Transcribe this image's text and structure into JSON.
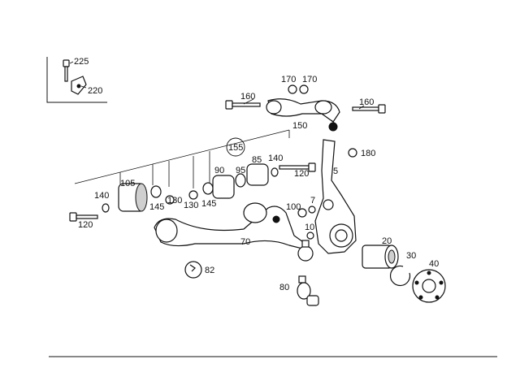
{
  "callouts": {
    "p225": "225",
    "p220": "220",
    "p170a": "170",
    "p170b": "170",
    "p160a": "160",
    "p160b": "160",
    "p150": "150",
    "p155": "155",
    "p180": "180",
    "p85": "85",
    "p140a": "140",
    "p120a": "120",
    "p90": "90",
    "p95": "95",
    "p5": "5",
    "p105": "105",
    "p140b": "140",
    "p145a": "145",
    "p130a": "130",
    "p130b": "130",
    "p145b": "145",
    "p120b": "120",
    "p100": "100",
    "p7": "7",
    "p10": "10",
    "p70": "70",
    "p20": "20",
    "p30": "30",
    "p40": "40",
    "p82": "82",
    "p80": "80"
  }
}
